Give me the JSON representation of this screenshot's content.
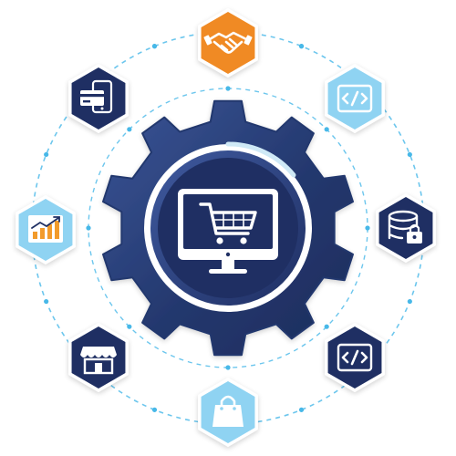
{
  "colors": {
    "navy": "#1f2f63",
    "gear_dark": "#24386e",
    "gear_mid": "#2d4683",
    "orange": "#f08a24",
    "sky": "#8fd3f2",
    "sky_pale": "#dbf2fc",
    "dotted_ring": "#47b8e8",
    "white": "#ffffff",
    "chart_orange": "#f29b2b"
  },
  "hub": {
    "icon": "shopping-cart-monitor-icon"
  },
  "nodes": [
    {
      "id": "top",
      "icon": "handshake-icon",
      "fill": "orange"
    },
    {
      "id": "top-right",
      "icon": "code-icon",
      "fill": "sky"
    },
    {
      "id": "right",
      "icon": "database-lock-icon",
      "fill": "navy"
    },
    {
      "id": "bottom-right",
      "icon": "code-icon",
      "fill": "navy"
    },
    {
      "id": "bottom",
      "icon": "shopping-bag-icon",
      "fill": "sky"
    },
    {
      "id": "bottom-left",
      "icon": "storefront-icon",
      "fill": "navy"
    },
    {
      "id": "left",
      "icon": "growth-chart-icon",
      "fill": "sky"
    },
    {
      "id": "top-left",
      "icon": "mobile-payment-icon",
      "fill": "navy"
    }
  ]
}
